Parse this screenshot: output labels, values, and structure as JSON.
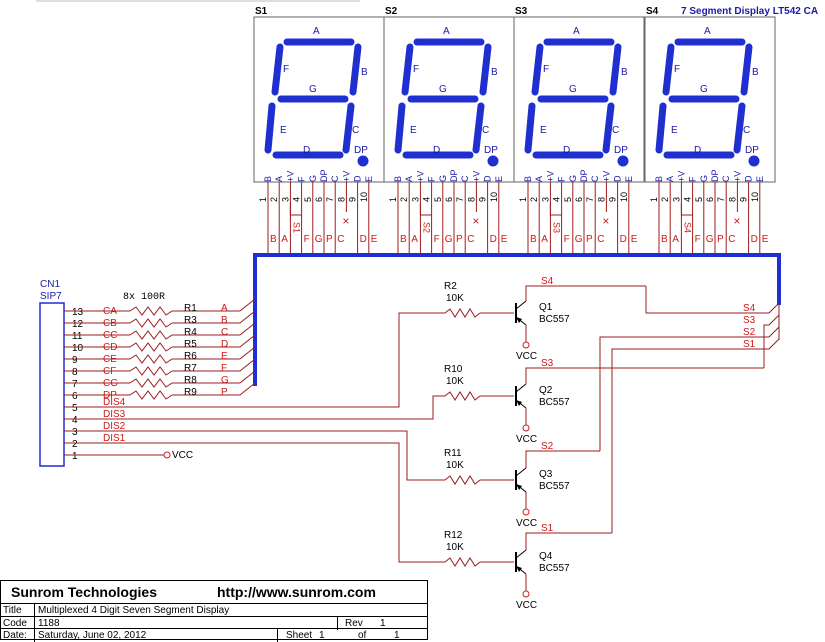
{
  "colors": {
    "segment": "#1f2fd0",
    "wire": "#9c1c1c",
    "bus": "#1f2fd0",
    "net_label": "#d01818"
  },
  "displays": {
    "header": "7 Segment Display LT542 CA",
    "items": [
      {
        "ref": "S1"
      },
      {
        "ref": "S2"
      },
      {
        "ref": "S3"
      },
      {
        "ref": "S4"
      }
    ],
    "segment_letters": [
      "A",
      "B",
      "C",
      "D",
      "E",
      "F",
      "G",
      "DP"
    ],
    "pin_names": [
      "B",
      "A",
      "+V",
      "F",
      "G",
      "DP",
      "C",
      "+V",
      "D",
      "E"
    ],
    "pin_numbers": [
      "1",
      "2",
      "3",
      "4",
      "5",
      "6",
      "7",
      "8",
      "9",
      "10"
    ],
    "net_labels": [
      "B",
      "A",
      "",
      "F",
      "G",
      "P",
      "C",
      "",
      "D",
      "E"
    ],
    "nc_mark": "×"
  },
  "connector": {
    "ref": "CN1",
    "type": "SIP7",
    "pins": [
      {
        "num": "13",
        "net": "CA",
        "res": "R1",
        "out": "A"
      },
      {
        "num": "12",
        "net": "CB",
        "res": "R3",
        "out": "B"
      },
      {
        "num": "11",
        "net": "CC",
        "res": "R4",
        "out": "C"
      },
      {
        "num": "10",
        "net": "CD",
        "res": "R5",
        "out": "D"
      },
      {
        "num": "9",
        "net": "CE",
        "res": "R6",
        "out": "E"
      },
      {
        "num": "8",
        "net": "CF",
        "res": "R7",
        "out": "F"
      },
      {
        "num": "7",
        "net": "CG",
        "res": "R8",
        "out": "G"
      },
      {
        "num": "6",
        "net": "DP",
        "res": "R9",
        "out": "P"
      },
      {
        "num": "5",
        "net": "DIS4"
      },
      {
        "num": "4",
        "net": "DIS3"
      },
      {
        "num": "3",
        "net": "DIS2"
      },
      {
        "num": "2",
        "net": "DIS1"
      },
      {
        "num": "1",
        "net": "VCC"
      }
    ],
    "resistor_network": "8x 100R"
  },
  "drivers": [
    {
      "res_ref": "R2",
      "res_val": "10K",
      "q_ref": "Q1",
      "q_type": "BC557",
      "out": "S4",
      "vcc": "VCC"
    },
    {
      "res_ref": "R10",
      "res_val": "10K",
      "q_ref": "Q2",
      "q_type": "BC557",
      "out": "S3",
      "vcc": "VCC"
    },
    {
      "res_ref": "R11",
      "res_val": "10K",
      "q_ref": "Q3",
      "q_type": "BC557",
      "out": "S2",
      "vcc": "VCC"
    },
    {
      "res_ref": "R12",
      "res_val": "10K",
      "q_ref": "Q4",
      "q_type": "BC557",
      "out": "S1",
      "vcc": "VCC"
    }
  ],
  "bus_labels": [
    "S4",
    "S3",
    "S2",
    "S1"
  ],
  "title_block": {
    "company": "Sunrom Technologies",
    "url": "http://www.sunrom.com",
    "title_label": "Title",
    "title": "Multiplexed 4 Digit Seven Segment Display",
    "code_label": "Code",
    "code": "1188",
    "rev_label": "Rev",
    "rev": "1",
    "date_label": "Date:",
    "date": "Saturday, June 02, 2012",
    "sheet_label": "Sheet",
    "sheet": "1",
    "of_label": "of",
    "of": "1"
  }
}
